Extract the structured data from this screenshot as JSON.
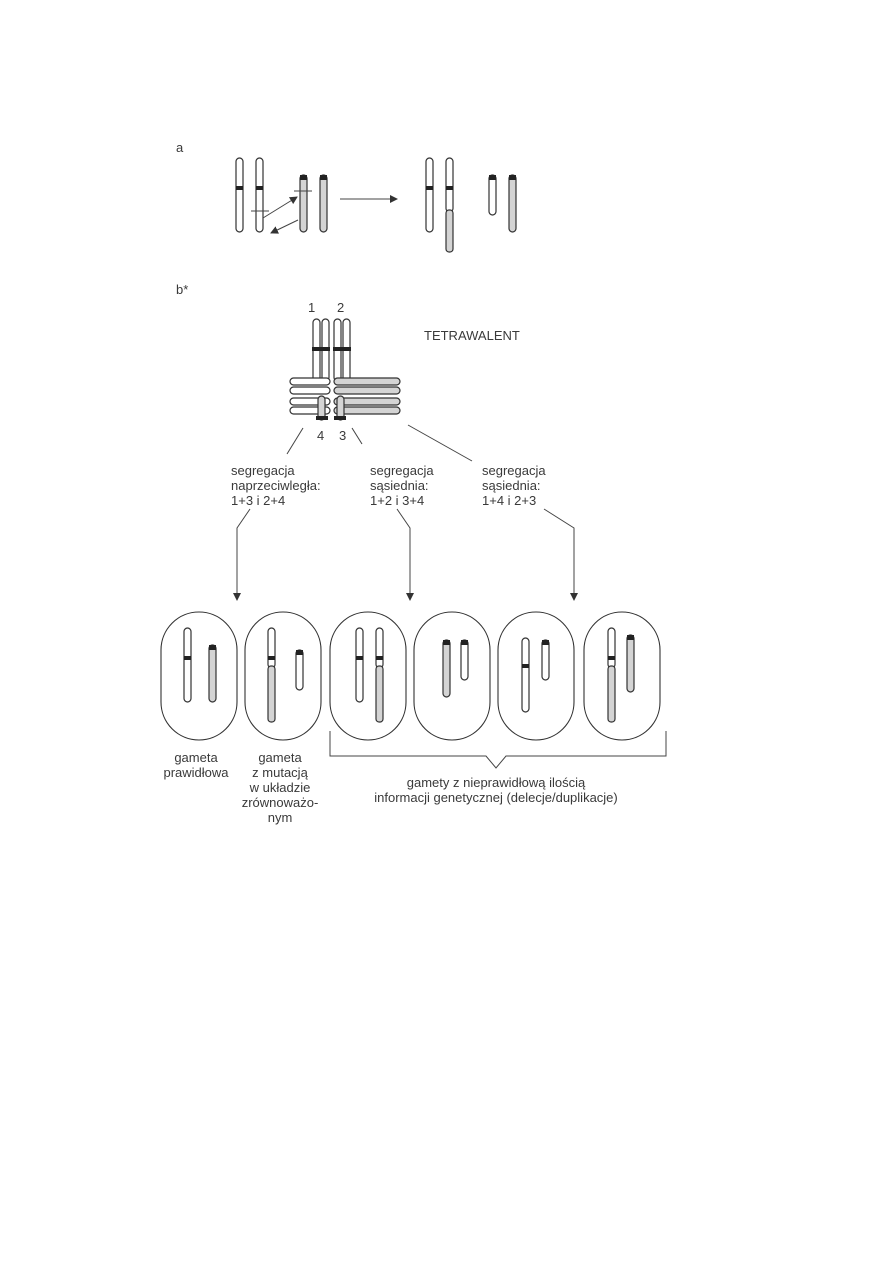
{
  "panel_a_label": "a",
  "panel_b_label": "b*",
  "tetravalent_label": "TETRAWALENT",
  "chromosome_numbers": [
    "1",
    "2",
    "4",
    "3"
  ],
  "segregations": [
    {
      "line1": "segregacja",
      "line2": "naprzeciwległa:",
      "line3": "1+3 i 2+4"
    },
    {
      "line1": "segregacja",
      "line2": "sąsiednia:",
      "line3": "1+2 i 3+4"
    },
    {
      "line1": "segregacja",
      "line2": "sąsiednia:",
      "line3": "1+4 i 2+3"
    }
  ],
  "gamete_labels": {
    "normal": [
      "gameta",
      "prawidłowa"
    ],
    "balanced": [
      "gameta",
      "z mutacją",
      "w układzie",
      "zrównoważo-",
      "nym"
    ],
    "unbalanced": [
      "gamety z nieprawidłową ilością",
      "informacji genetycznej (delecje/duplikacje)"
    ]
  }
}
